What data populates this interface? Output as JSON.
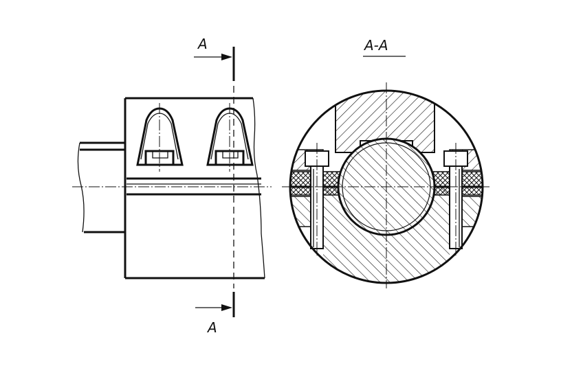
{
  "labels": {
    "section_mark_top": "A",
    "section_mark_bottom": "A",
    "section_title": "A-A"
  }
}
